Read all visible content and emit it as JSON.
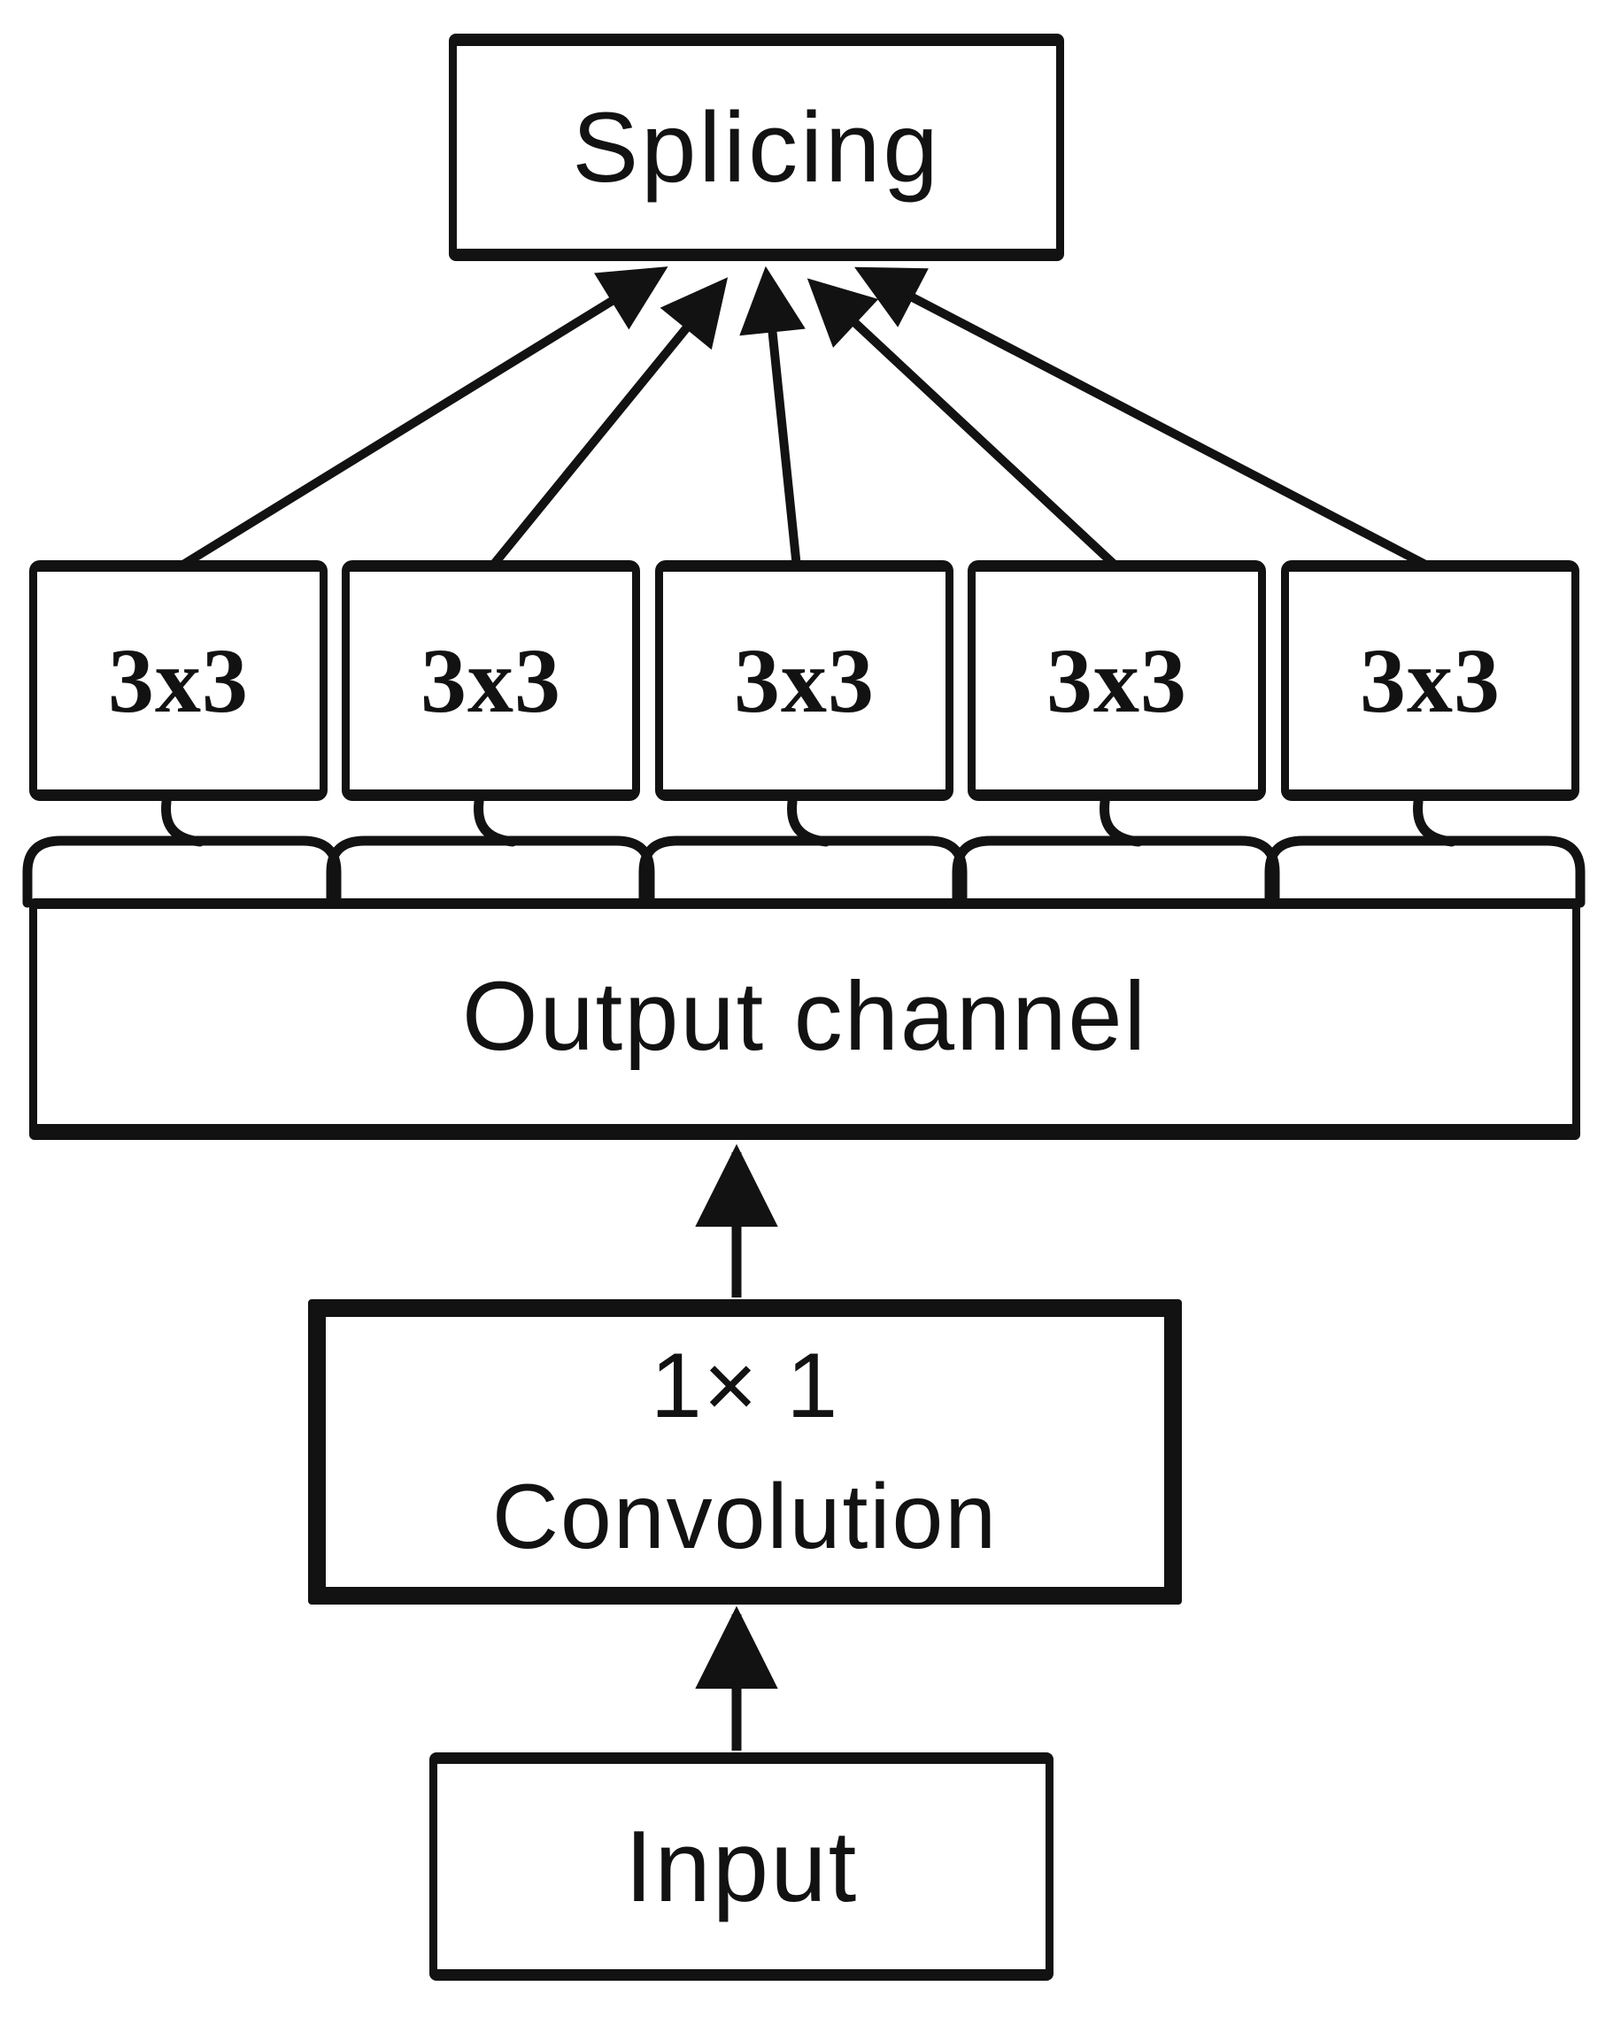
{
  "diagram": {
    "colors": {
      "ink": "#121212",
      "paper": "#ffffff"
    },
    "splicing": {
      "label": "Splicing"
    },
    "kernel_boxes": [
      {
        "label": "3x3"
      },
      {
        "label": "3x3"
      },
      {
        "label": "3x3"
      },
      {
        "label": "3x3"
      },
      {
        "label": "3x3"
      }
    ],
    "output_channel": {
      "label": "Output channel"
    },
    "convolution": {
      "line1": "1× 1",
      "line2": "Convolution"
    },
    "input": {
      "label": "Input"
    }
  }
}
